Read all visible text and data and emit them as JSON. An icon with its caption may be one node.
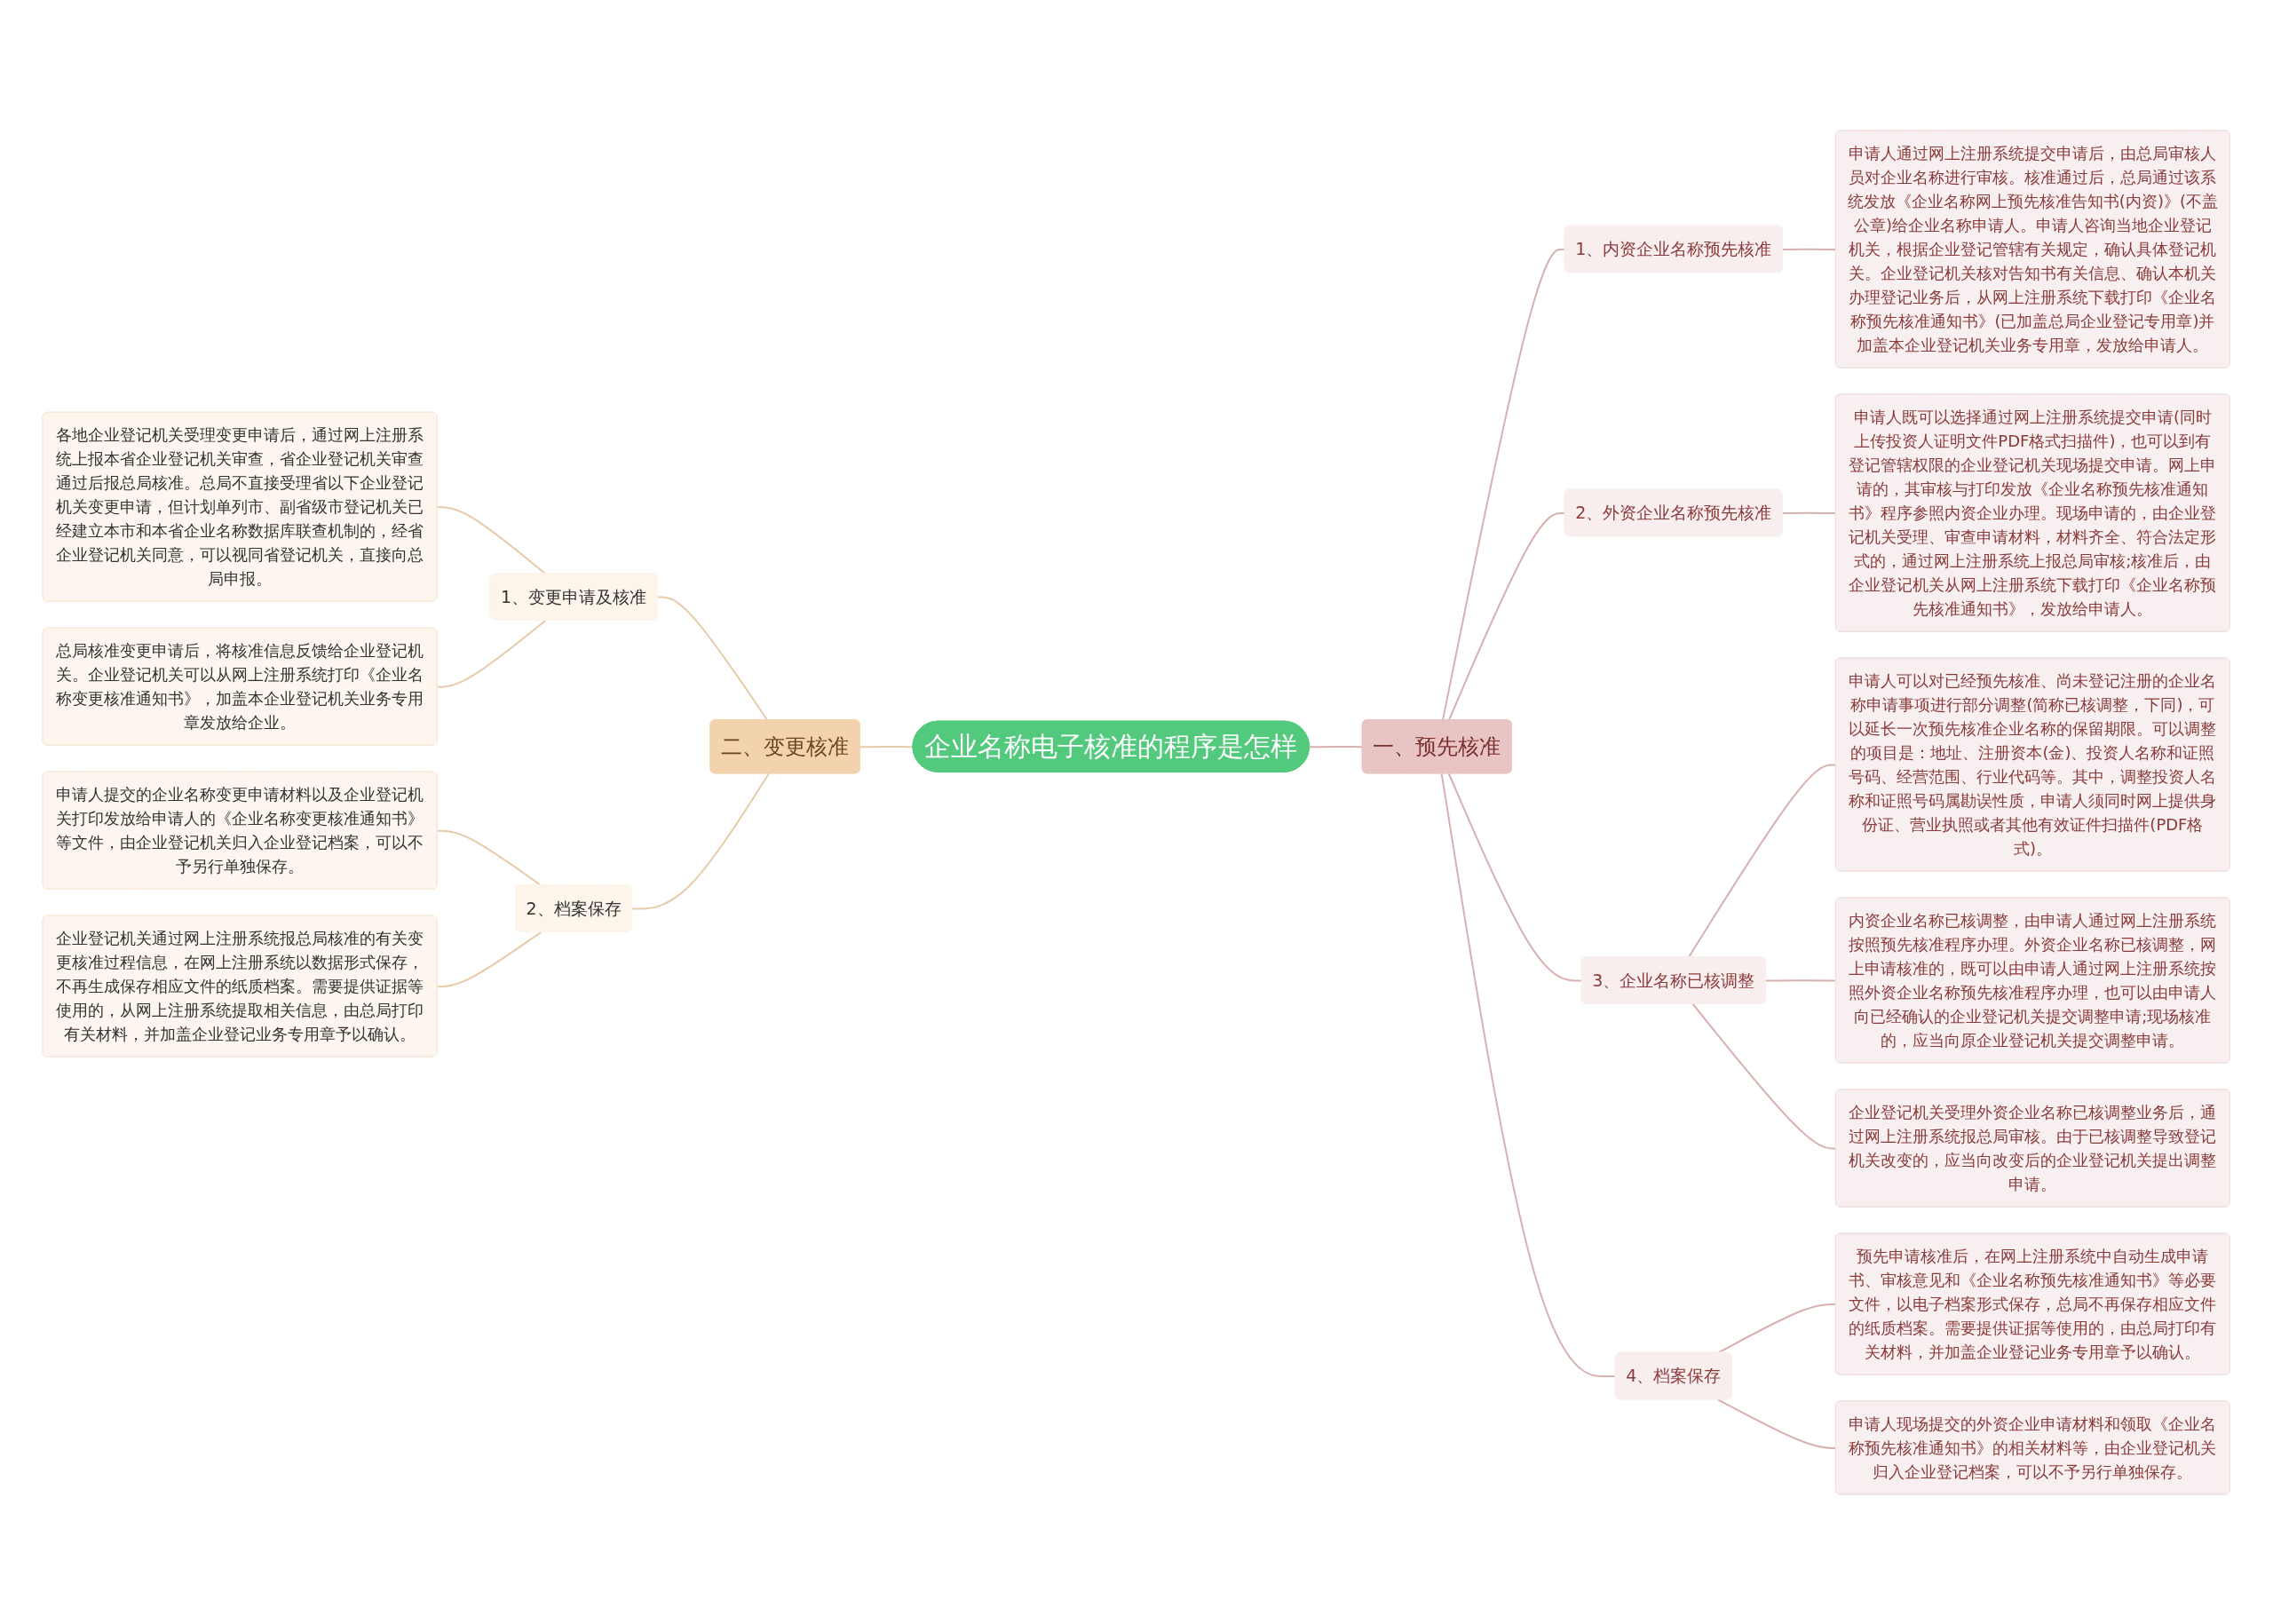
{
  "diagram": {
    "nodes": [
      {
        "text": [
          "企业名称电子核准的程序是怎样"
        ]
      },
      {
        "text": [
          "一、预先核准"
        ]
      },
      {
        "text": [
          "1、内资企业名称预先核准"
        ]
      },
      {
        "text": [
          "申请人通过网上注册系统提交申请后，由总局审核人员对企业名称进行审核。核准通过后，总局通过该系统发放《企业名称网上预先核准告知书(内资)》(不盖公章)给企业名称申请人。申请人咨询当地企业登记机关，根据企业登记管辖有关规定，确认具体登记机关。企业登记机关核对告知书有关信息、确认本机关办理登记业务后，从网上注册系统下载打印《企业名称预先核准通知书》(已加盖总局企业登记专用章)并加盖本企业登记机关业务专用章，发放给申请人。"
        ]
      },
      {
        "text": [
          "2、外资企业名称预先核准"
        ]
      },
      {
        "text": [
          "申请人既可以选择通过网上注册系统提交申请(同时上传投资人证明文件PDF格式扫描件)，也可以到有登记管辖权限的企业登记机关现场提交申请。网上申请的，其审核与打印发放《企业名称预先核准通知书》程序参照内资企业办理。现场申请的，由企业登记机关受理、审查申请材料，材料齐全、符合法定形式的，通过网上注册系统上报总局审核;核准后，由企业登记机关从网上注册系统下载打印《企业名称预先核准通知书》，发放给申请人。"
        ]
      },
      {
        "text": [
          "3、企业名称已核调整"
        ]
      },
      {
        "text": [
          "申请人可以对已经预先核准、尚未登记注册的企业名称申请事项进行部分调整(简称已核调整，下同)，可以延长一次预先核准企业名称的保留期限。可以调整的项目是：地址、注册资本(金)、投资人名称和证照号码、经营范围、行业代码等。其中，调整投资人名称和证照号码属勘误性质，申请人须同时网上提供身份证、营业执照或者其他有效证件扫描件(PDF格式)。"
        ]
      },
      {
        "text": [
          "内资企业名称已核调整，由申请人通过网上注册系统按照预先核准程序办理。外资企业名称已核调整，网上申请核准的，既可以由申请人通过网上注册系统按照外资企业名称预先核准程序办理，也可以由申请人向已经确认的企业登记机关提交调整申请;现场核准的，应当向原企业登记机关提交调整申请。"
        ]
      },
      {
        "text": [
          "企业登记机关受理外资企业名称已核调整业务后，通过网上注册系统报总局审核。由于已核调整导致登记机关改变的，应当向改变后的企业登记机关提出调整申请。"
        ]
      },
      {
        "text": [
          "4、档案保存"
        ]
      },
      {
        "text": [
          "预先申请核准后，在网上注册系统中自动生成申请书、审核意见和《企业名称预先核准通知书》等必要文件，以电子档案形式保存，总局不再保存相应文件的纸质档案。需要提供证据等使用的，由总局打印有关材料，并加盖企业登记业务专用章予以确认。"
        ]
      },
      {
        "text": [
          "申请人现场提交的外资企业申请材料和领取《企业名称预先核准通知书》的相关材料等，由企业登记机关归入企业登记档案，可以不予另行单独保存。"
        ]
      },
      {
        "text": [
          "二、变更核准"
        ]
      },
      {
        "text": [
          "1、变更申请及核准"
        ]
      },
      {
        "text": [
          "各地企业登记机关受理变更申请后，通过网上注册系统上报本省企业登记机关审查，省企业登记机关审查通过后报总局核准。总局不直接受理省以下企业登记机关变更申请，但计划单列市、副省级市登记机关已经建立本市和本省企业名称数据库联查机制的，经省企业登记机关同意，可以视同省登记机关，直接向总局申报。"
        ]
      },
      {
        "text": [
          "总局核准变更申请后，将核准信息反馈给企业登记机关。企业登记机关可以从网上注册系统打印《企业名称变更核准通知书》，加盖本企业登记机关业务专用章发放给企业。"
        ]
      },
      {
        "text": [
          "2、档案保存"
        ]
      },
      {
        "text": [
          "申请人提交的企业名称变更申请材料以及企业登记机关打印发放给申请人的《企业名称变更核准通知书》等文件，由企业登记机关归入企业登记档案，可以不予另行单独保存。"
        ]
      },
      {
        "text": [
          "企业登记机关通过网上注册系统报总局核准的有关变更核准过程信息，在网上注册系统以数据形式保存，不再生成保存相应文件的纸质档案。需要提供证据等使用的，从网上注册系统提取相关信息，由总局打印有关材料，并加盖企业登记业务专用章予以确认。"
        ]
      }
    ],
    "edges": [
      {
        "from": 0,
        "to": 1,
        "arrow": "none"
      },
      {
        "from": 1,
        "to": 2,
        "arrow": "none"
      },
      {
        "from": 2,
        "to": 3,
        "arrow": "none"
      },
      {
        "from": 1,
        "to": 4,
        "arrow": "none"
      },
      {
        "from": 4,
        "to": 5,
        "arrow": "none"
      },
      {
        "from": 1,
        "to": 6,
        "arrow": "none"
      },
      {
        "from": 6,
        "to": 7,
        "arrow": "none"
      },
      {
        "from": 6,
        "to": 8,
        "arrow": "none"
      },
      {
        "from": 6,
        "to": 9,
        "arrow": "none"
      },
      {
        "from": 1,
        "to": 10,
        "arrow": "none"
      },
      {
        "from": 10,
        "to": 11,
        "arrow": "none"
      },
      {
        "from": 10,
        "to": 12,
        "arrow": "none"
      },
      {
        "from": 0,
        "to": 13,
        "arrow": "none"
      },
      {
        "from": 13,
        "to": 14,
        "arrow": "none"
      },
      {
        "from": 14,
        "to": 15,
        "arrow": "none"
      },
      {
        "from": 14,
        "to": 16,
        "arrow": "none"
      },
      {
        "from": 13,
        "to": 17,
        "arrow": "none"
      },
      {
        "from": 17,
        "to": 18,
        "arrow": "none"
      },
      {
        "from": 17,
        "to": 19,
        "arrow": "none"
      }
    ]
  }
}
